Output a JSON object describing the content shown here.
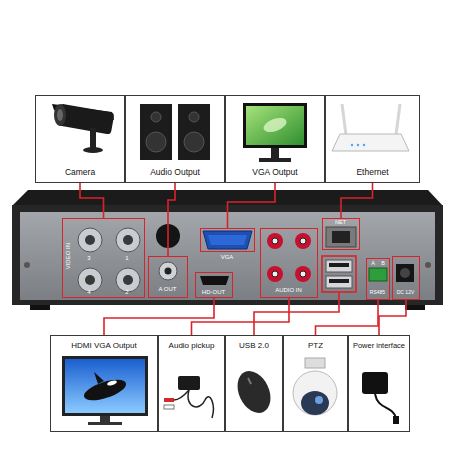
{
  "diagram": {
    "nodes": [
      {
        "text": [
          "Camera"
        ]
      },
      {
        "text": [
          "Audio Output"
        ]
      },
      {
        "text": [
          "VGA Output"
        ]
      },
      {
        "text": [
          "Ethernet"
        ]
      },
      {
        "text": [
          "VIDEO IN",
          "3",
          "1",
          "4",
          "2"
        ]
      },
      {
        "text": [
          "A OUT"
        ]
      },
      {
        "text": [
          "VGA"
        ]
      },
      {
        "text": [
          "HD-OUT"
        ]
      },
      {
        "text": [
          "AUDIO IN"
        ]
      },
      {
        "text": [
          "NET"
        ]
      },
      {
        "text": [
          "A",
          "B",
          "RS485"
        ]
      },
      {
        "text": [
          "DC 12V"
        ]
      },
      {
        "text": [
          "HDMI VGA Output"
        ]
      },
      {
        "text": [
          "Audio pickup"
        ]
      },
      {
        "text": [
          "USB 2.0"
        ]
      },
      {
        "text": [
          "PTZ"
        ]
      },
      {
        "text": [
          "Power interface"
        ]
      }
    ],
    "edges": [
      {
        "from": 0,
        "to": 4,
        "arrow": "none"
      },
      {
        "from": 1,
        "to": 5,
        "arrow": "none"
      },
      {
        "from": 2,
        "to": 6,
        "arrow": "none"
      },
      {
        "from": 3,
        "to": 9,
        "arrow": "none"
      },
      {
        "from": 12,
        "to": 7,
        "arrow": "none"
      },
      {
        "from": 13,
        "to": 8,
        "arrow": "none"
      },
      {
        "from": 15,
        "to": 10,
        "arrow": "none"
      },
      {
        "from": 16,
        "to": 11,
        "arrow": "none"
      }
    ]
  }
}
